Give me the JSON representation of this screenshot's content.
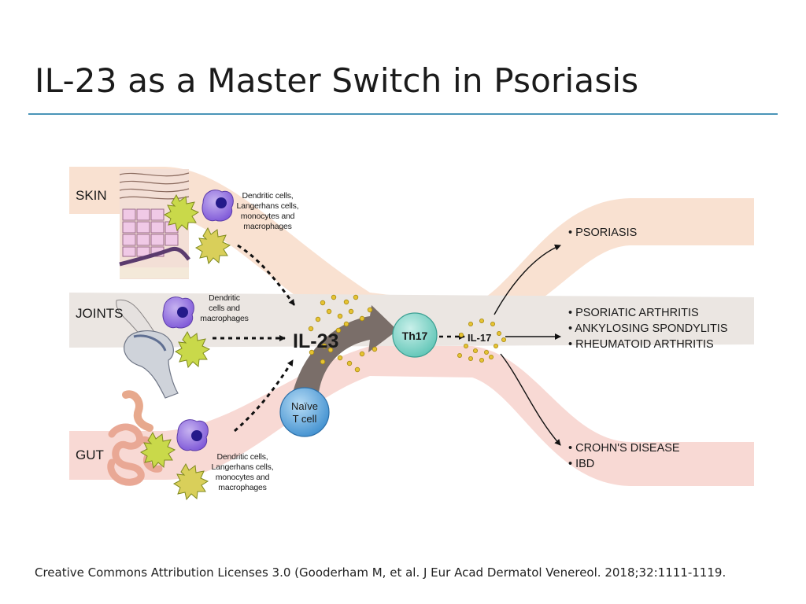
{
  "slide": {
    "title": "IL-23 as a Master Switch in Psoriasis",
    "citation": "Creative Commons Attribution Licenses 3.0 (Gooderham M, et al. J Eur Acad Dermatol Venereol. 2018;32:1111-1119."
  },
  "diagram": {
    "regions": {
      "skin": "SKIN",
      "joints": "JOINTS",
      "gut": "GUT"
    },
    "cell_labels": {
      "skin": [
        "Dendritic cells,",
        "Langerhans cells,",
        "monocytes and",
        "macrophages"
      ],
      "joints": [
        "Dendritic",
        "cells and",
        "macrophages"
      ],
      "gut": [
        "Dendritic cells,",
        "Langerhans cells,",
        "monocytes and",
        "macrophages"
      ]
    },
    "cytokines": {
      "il23": "IL-23",
      "il17": "IL-17"
    },
    "cells": {
      "th17": "Th17",
      "naive_line1": "Naïve",
      "naive_line2": "T cell"
    },
    "diseases": {
      "psoriasis": "• PSORIASIS",
      "psoriatic_arthritis": "• PSORIATIC ARTHRITIS",
      "ankylosing_spondylitis": "• ANKYLOSING SPONDYLITIS",
      "rheumatoid_arthritis": "• RHEUMATOID ARTHRITIS",
      "crohns": "• CROHN'S DISEASE",
      "ibd": "• IBD"
    },
    "colors": {
      "band_skin": "#f8dcc9",
      "band_joints": "#e9e4df",
      "band_gut": "#f7d3cf",
      "th17_fill": "#8fd9cf",
      "naive_fill": "#6fb1e0",
      "cytokine_dot": "#e6c333",
      "arrow_gray": "#7a6e69"
    }
  }
}
